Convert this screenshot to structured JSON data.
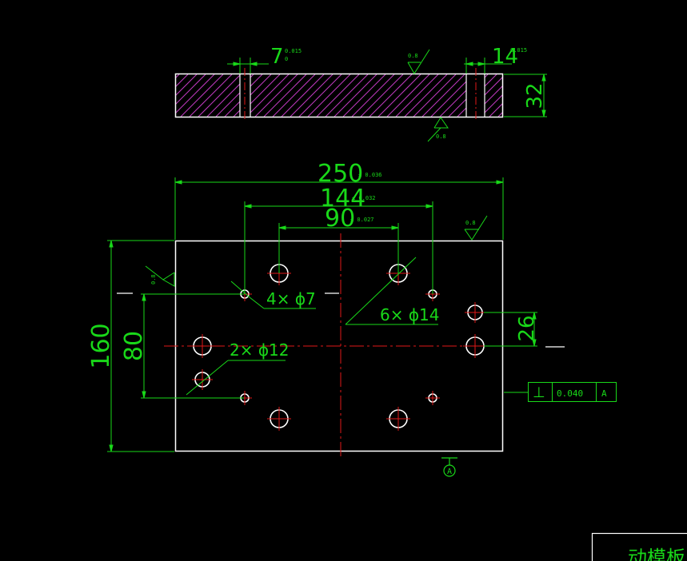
{
  "colors": {
    "background": "#000000",
    "outline": "#ffffff",
    "dimension": "#19d819",
    "centerline": "#e01818",
    "hatch": "#c23bc2"
  },
  "side_view": {
    "dim_left_value": "7",
    "dim_left_tol_upper": "0.015",
    "dim_left_tol_lower": "0",
    "dim_right_value": "14",
    "dim_right_tol": "0.015",
    "thickness": "32",
    "roughness_top": "0.8",
    "roughness_bottom": "0.8"
  },
  "plan_view": {
    "overall_width": "250",
    "overall_width_tol": "± 0.036",
    "width_144": "144",
    "width_144_tol": "± 0.032",
    "width_90": "90",
    "width_90_tol": "± 0.027",
    "height_160": "160",
    "height_80": "80",
    "offset_26": "26",
    "roughness_top": "0.8",
    "roughness_left": "0.8",
    "holes_small": "4× ϕ7",
    "holes_medium": "6× ϕ14",
    "holes_large": "2× ϕ12",
    "perp_tol_symbol": "⊥",
    "perp_tol_value": "0.040",
    "perp_tol_datum": "A",
    "datum_label": "A"
  },
  "title_block": {
    "text": "动模板"
  }
}
